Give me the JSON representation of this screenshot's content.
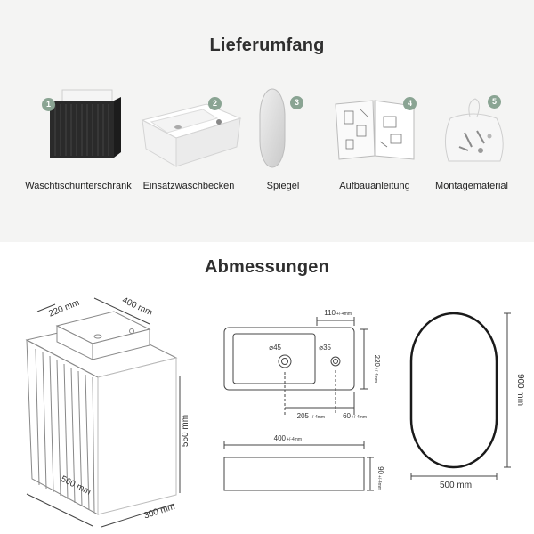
{
  "delivery": {
    "title": "Lieferumfang",
    "items": [
      {
        "number": "1",
        "label": "Waschtischunterschrank",
        "icon": "cabinet-icon"
      },
      {
        "number": "2",
        "label": "Einsatzwaschbecken",
        "icon": "basin-icon"
      },
      {
        "number": "3",
        "label": "Spiegel",
        "icon": "mirror-icon"
      },
      {
        "number": "4",
        "label": "Aufbauanleitung",
        "icon": "manual-icon"
      },
      {
        "number": "5",
        "label": "Montagematerial",
        "icon": "hardware-bag-icon"
      }
    ]
  },
  "dimensions": {
    "title": "Abmessungen",
    "cabinet": {
      "depth_top": "220 mm",
      "width_top": "400 mm",
      "height": "550 mm",
      "width": "560 mm",
      "depth": "300 mm"
    },
    "basin_top": {
      "offset": "110",
      "offset_tol": "+/-4mm",
      "hole_large": "⌀45",
      "hole_small": "⌀35",
      "depth": "220",
      "depth_tol": "+/-4mm",
      "dist_drain": "205",
      "dist_drain_tol": "+/-4mm",
      "dist_tap": "60",
      "dist_tap_tol": "+/-4mm"
    },
    "basin_side": {
      "width": "400",
      "width_tol": "+/-4mm",
      "height": "90",
      "height_tol": "+/-4mm"
    },
    "mirror": {
      "height": "900 mm",
      "width": "500 mm"
    }
  },
  "colors": {
    "badge": "#8aa493",
    "top_background": "#f4f4f3"
  }
}
